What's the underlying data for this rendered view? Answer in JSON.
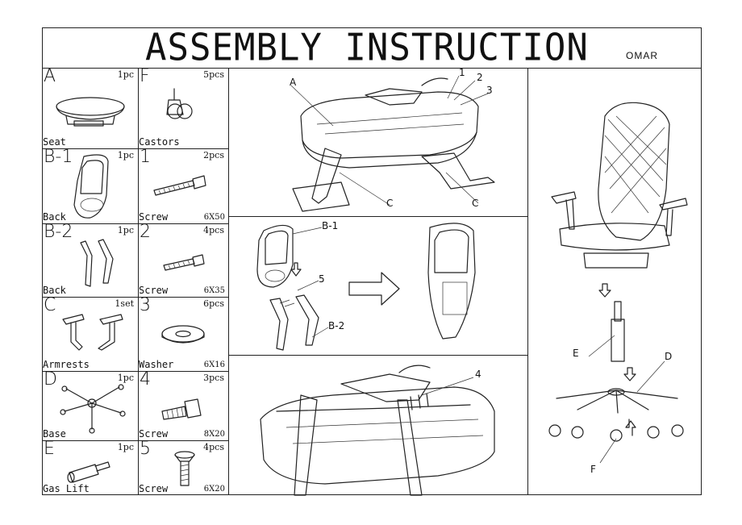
{
  "header": {
    "title": "ASSEMBLY INSTRUCTION",
    "brand": "OMAR"
  },
  "parts": [
    {
      "letter": "A",
      "qty": "1pc",
      "name": "Seat",
      "size": ""
    },
    {
      "letter": "F",
      "qty": "5pcs",
      "name": "Castors",
      "size": ""
    },
    {
      "letter": "B-1",
      "qty": "1pc",
      "name": "Back",
      "size": ""
    },
    {
      "letter": "1",
      "qty": "2pcs",
      "name": "Screw",
      "size": "6X50"
    },
    {
      "letter": "B-2",
      "qty": "1pc",
      "name": "Back",
      "size": ""
    },
    {
      "letter": "2",
      "qty": "4pcs",
      "name": "Screw",
      "size": "6X35"
    },
    {
      "letter": "C",
      "qty": "1set",
      "name": "Armrests",
      "size": ""
    },
    {
      "letter": "3",
      "qty": "6pcs",
      "name": "Washer",
      "size": "6X16"
    },
    {
      "letter": "D",
      "qty": "1pc",
      "name": "Base",
      "size": ""
    },
    {
      "letter": "4",
      "qty": "3pcs",
      "name": "Screw",
      "size": "8X20"
    },
    {
      "letter": "E",
      "qty": "1pc",
      "name": "Gas Lift",
      "size": ""
    },
    {
      "letter": "5",
      "qty": "4pcs",
      "name": "Screw",
      "size": "6X20"
    }
  ],
  "step1": {
    "labels": [
      "A",
      "1",
      "2",
      "3",
      "C",
      "C"
    ]
  },
  "step2": {
    "labels": [
      "B-1",
      "5",
      "B-2"
    ]
  },
  "step3": {
    "labels": [
      "4"
    ]
  },
  "step4": {
    "labels": [
      "E",
      "D",
      "F"
    ]
  }
}
